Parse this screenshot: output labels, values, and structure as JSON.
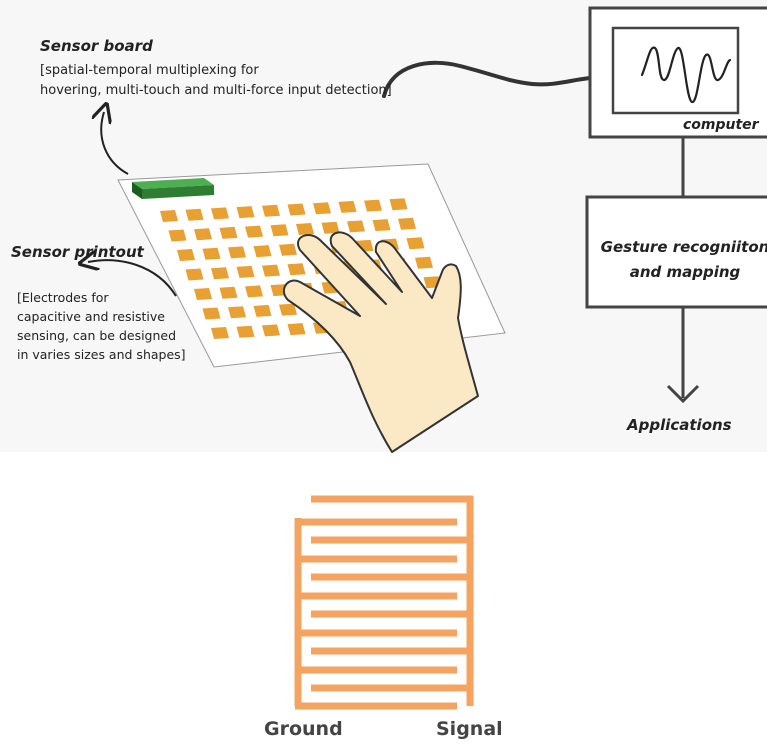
{
  "sensor_board": {
    "title": "Sensor board",
    "description": "[spatial-temporal multiplexing for\nhovering, multi-touch and multi-force input detection]"
  },
  "sensor_printout": {
    "title": "Sensor printout",
    "description": "[Electrodes for\ncapacitive and resistive\nsensing, can be designed\nin varies sizes and shapes]"
  },
  "computer": {
    "label": "computer"
  },
  "gesture": {
    "label": "Gesture recogniiton\nand mapping"
  },
  "applications": {
    "label": "Applications"
  },
  "electrode": {
    "ground_label": "Ground",
    "signal_label": "Signal"
  },
  "colors": {
    "electrode_pad": "#e8a032",
    "electrode_trace": "#f4a460",
    "board": "#2e7d32",
    "hand": "#fbe9c6",
    "outline": "#333333"
  },
  "icons": [
    "sensor-board-icon",
    "hand-icon",
    "waveform-icon",
    "arrow-down-icon",
    "curved-arrow-icon"
  ]
}
